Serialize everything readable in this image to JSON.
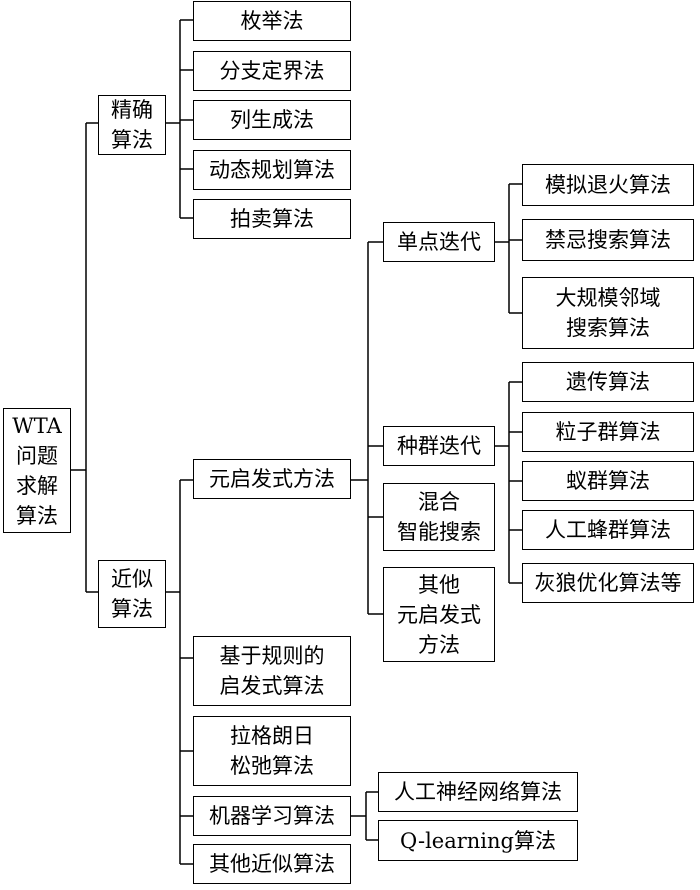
{
  "root": "WTA\n问题\n求解\n算法",
  "exact": {
    "label": "精确\n算法",
    "items": [
      "枚举法",
      "分支定界法",
      "列生成法",
      "动态规划算法",
      "拍卖算法"
    ]
  },
  "approx": {
    "label": "近似\n算法",
    "metaheuristic": {
      "label": "元启发式方法",
      "single_point": {
        "label": "单点迭代",
        "items": [
          "模拟退火算法",
          "禁忌搜索算法",
          "大规模邻域\n搜索算法"
        ]
      },
      "population": {
        "label": "种群迭代",
        "items": [
          "遗传算法",
          "粒子群算法",
          "蚁群算法",
          "人工蜂群算法",
          "灰狼优化算法等"
        ]
      },
      "hybrid": "混合\n智能搜索",
      "other": "其他\n元启发式\n方法"
    },
    "rule_based": "基于规则的\n启发式算法",
    "lagrangian": "拉格朗日\n松弛算法",
    "machine_learning": {
      "label": "机器学习算法",
      "items": [
        "人工神经网络算法",
        "Q-learning算法"
      ]
    },
    "other": "其他近似算法"
  }
}
